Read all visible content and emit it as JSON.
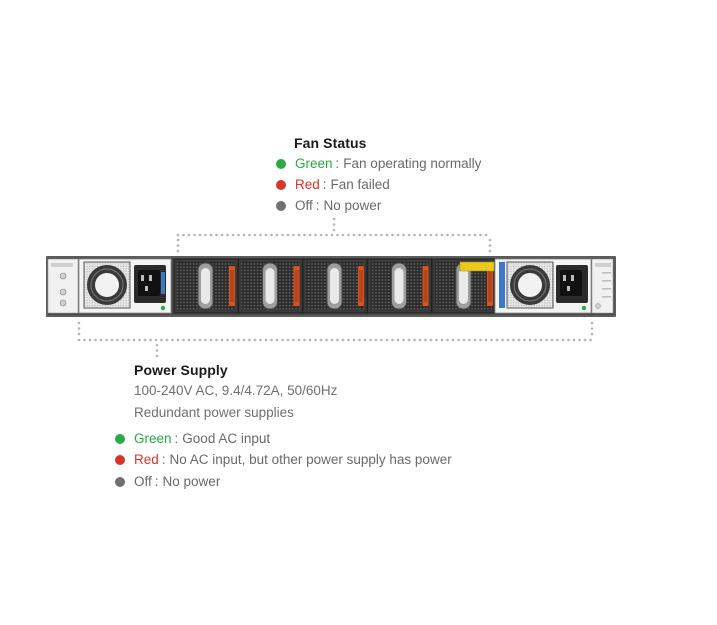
{
  "colors": {
    "green": "#2aa84a",
    "red": "#d9342b",
    "gray": "#707070",
    "heading": "#1a1a1a",
    "connector": "#b5b5b5",
    "chassis": "#5c5c5c",
    "fan_dark": "#2c2c2c",
    "fan_orange": "#d8531f",
    "warning_label": "#e8c91c"
  },
  "fan_status": {
    "title": "Fan Status",
    "items": [
      {
        "color_label": "Green",
        "text": "Fan operating normally",
        "color": "green"
      },
      {
        "color_label": "Red",
        "text": "Fan failed",
        "color": "red"
      },
      {
        "color_label": "Off",
        "text": "No power",
        "color": "gray"
      }
    ]
  },
  "power_supply": {
    "title": "Power Supply",
    "spec": "100-240V AC, 9.4/4.72A, 50/60Hz",
    "description": "Redundant power supplies",
    "items": [
      {
        "color_label": "Green",
        "text": "Good AC input",
        "color": "green"
      },
      {
        "color_label": "Red",
        "text": "No AC input, but other power supply has power",
        "color": "red"
      },
      {
        "color_label": "Off",
        "text": "No power",
        "color": "gray"
      }
    ]
  },
  "device": {
    "psu_count": 2,
    "fan_module_count": 5
  }
}
